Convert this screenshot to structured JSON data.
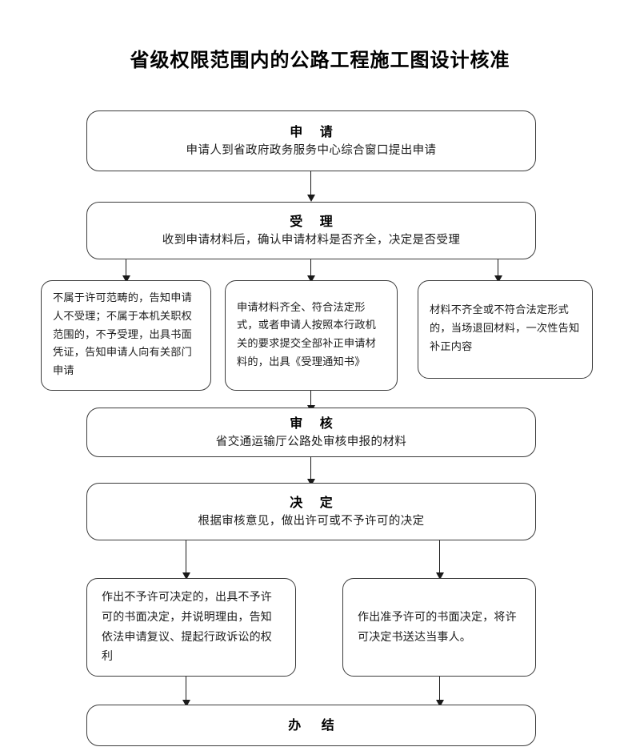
{
  "title": "省级权限范围内的公路工程施工图设计核准",
  "flow": {
    "apply": {
      "head": "申 请",
      "body": "申请人到省政府政务服务中心综合窗口提出申请"
    },
    "accept": {
      "head": "受 理",
      "body": "收到申请材料后，确认申请材料是否齐全，决定是否受理"
    },
    "branch_left": {
      "body": "不属于许可范畴的，告知申请人不受理；不属于本机关职权范围的，不予受理，出具书面凭证，告知申请人向有关部门申请"
    },
    "branch_middle": {
      "body": "申请材料齐全、符合法定形式，或者申请人按照本行政机关的要求提交全部补正申请材料的，出具《受理通知书》"
    },
    "branch_right": {
      "body": "材料不齐全或不符合法定形式的，当场退回材料，一次性告知补正内容"
    },
    "review": {
      "head": "审 核",
      "body": "省交通运输厅公路处审核申报的材料"
    },
    "decision": {
      "head": "决 定",
      "body": "根据审核意见，做出许可或不予许可的决定"
    },
    "outcome_refuse": {
      "body": "作出不予许可决定的，出具不予许可的书面决定，并说明理由，告知依法申请复议、提起行政诉讼的权利"
    },
    "outcome_grant": {
      "body": "作出准予许可的书面决定，将许可决定书送达当事人。"
    },
    "finish": {
      "head": "办 结"
    }
  },
  "colors": {
    "border": "#3b3b3b",
    "text": "#1c1c1c",
    "background": "#ffffff",
    "connector": "#1a1a1a"
  }
}
